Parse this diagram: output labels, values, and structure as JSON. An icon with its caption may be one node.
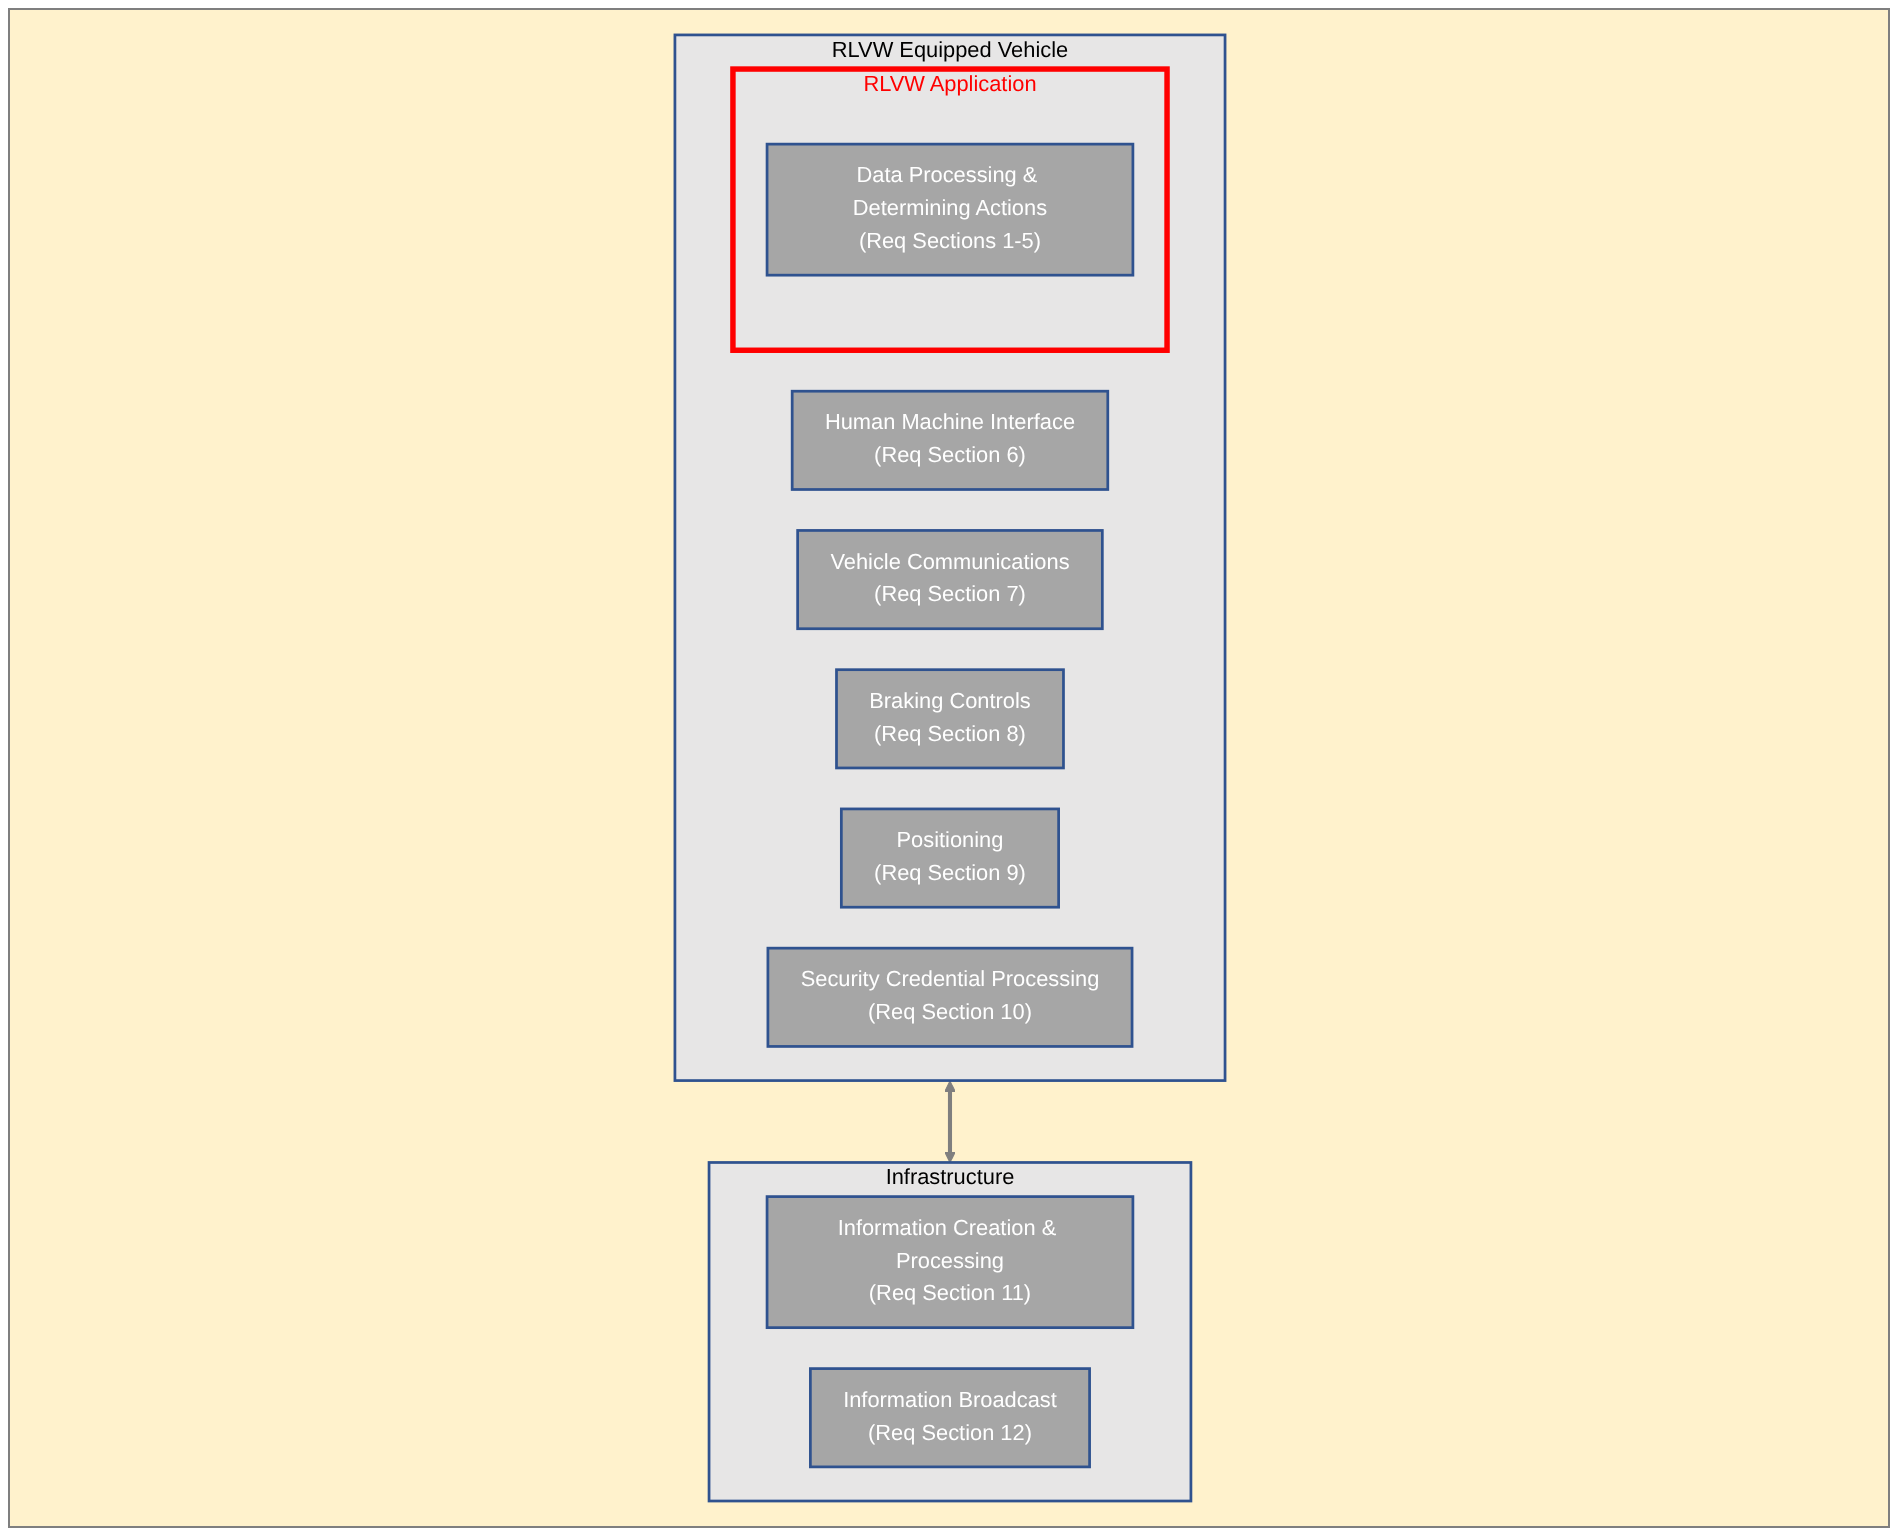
{
  "diagram": {
    "nodes": [
      {
        "text": [
          "RLVW Equipped Vehicle"
        ]
      },
      {
        "text": [
          "RLVW Application"
        ],
        "in": 0
      },
      {
        "text": [
          "Data Processing & Determining Actions",
          "(Req Sections 1-5)"
        ],
        "in": 1
      },
      {
        "text": [
          "Human Machine Interface",
          "(Req Section 6)"
        ],
        "in": 0
      },
      {
        "text": [
          "Vehicle Communications",
          "(Req Section 7)"
        ],
        "in": 0
      },
      {
        "text": [
          "Braking Controls",
          "(Req Section 8)"
        ],
        "in": 0
      },
      {
        "text": [
          "Positioning",
          "(Req Section 9)"
        ],
        "in": 0
      },
      {
        "text": [
          "Security Credential Processing",
          "(Req Section 10)"
        ],
        "in": 0
      },
      {
        "text": [
          "Infrastructure"
        ]
      },
      {
        "text": [
          "Information Creation & Processing",
          "(Req Section 11)"
        ],
        "in": 8
      },
      {
        "text": [
          "Information Broadcast",
          "(Req Section 12)"
        ],
        "in": 8
      }
    ],
    "edges": [
      {
        "from": 0,
        "to": 8,
        "arrow": "both"
      }
    ]
  }
}
